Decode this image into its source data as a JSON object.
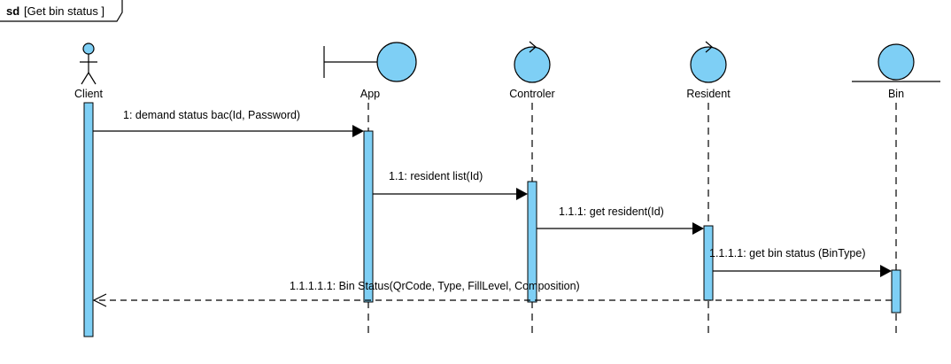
{
  "frame": {
    "keyword": "sd",
    "name": "[Get bin status ]"
  },
  "lifelines": [
    {
      "id": "client",
      "label": "Client",
      "kind": "actor"
    },
    {
      "id": "app",
      "label": "App",
      "kind": "boundary"
    },
    {
      "id": "controler",
      "label": "Controler",
      "kind": "control"
    },
    {
      "id": "resident",
      "label": "Resident",
      "kind": "control"
    },
    {
      "id": "bin",
      "label": "Bin",
      "kind": "entity"
    }
  ],
  "messages": [
    {
      "label": "1: demand status bac(Id, Password)",
      "from": "client",
      "to": "app",
      "type": "sync"
    },
    {
      "label": "1.1: resident list(Id)",
      "from": "app",
      "to": "controler",
      "type": "sync"
    },
    {
      "label": "1.1.1: get resident(Id)",
      "from": "controler",
      "to": "resident",
      "type": "sync"
    },
    {
      "label": "1.1.1.1: get bin status (BinType)",
      "from": "resident",
      "to": "bin",
      "type": "sync"
    },
    {
      "label": "1.1.1.1.1: Bin Status(QrCode, Type, FillLevel, Composition)",
      "from": "bin",
      "to": "client",
      "type": "return"
    }
  ],
  "colors": {
    "fill": "#7ecff5",
    "stroke": "#000000"
  }
}
